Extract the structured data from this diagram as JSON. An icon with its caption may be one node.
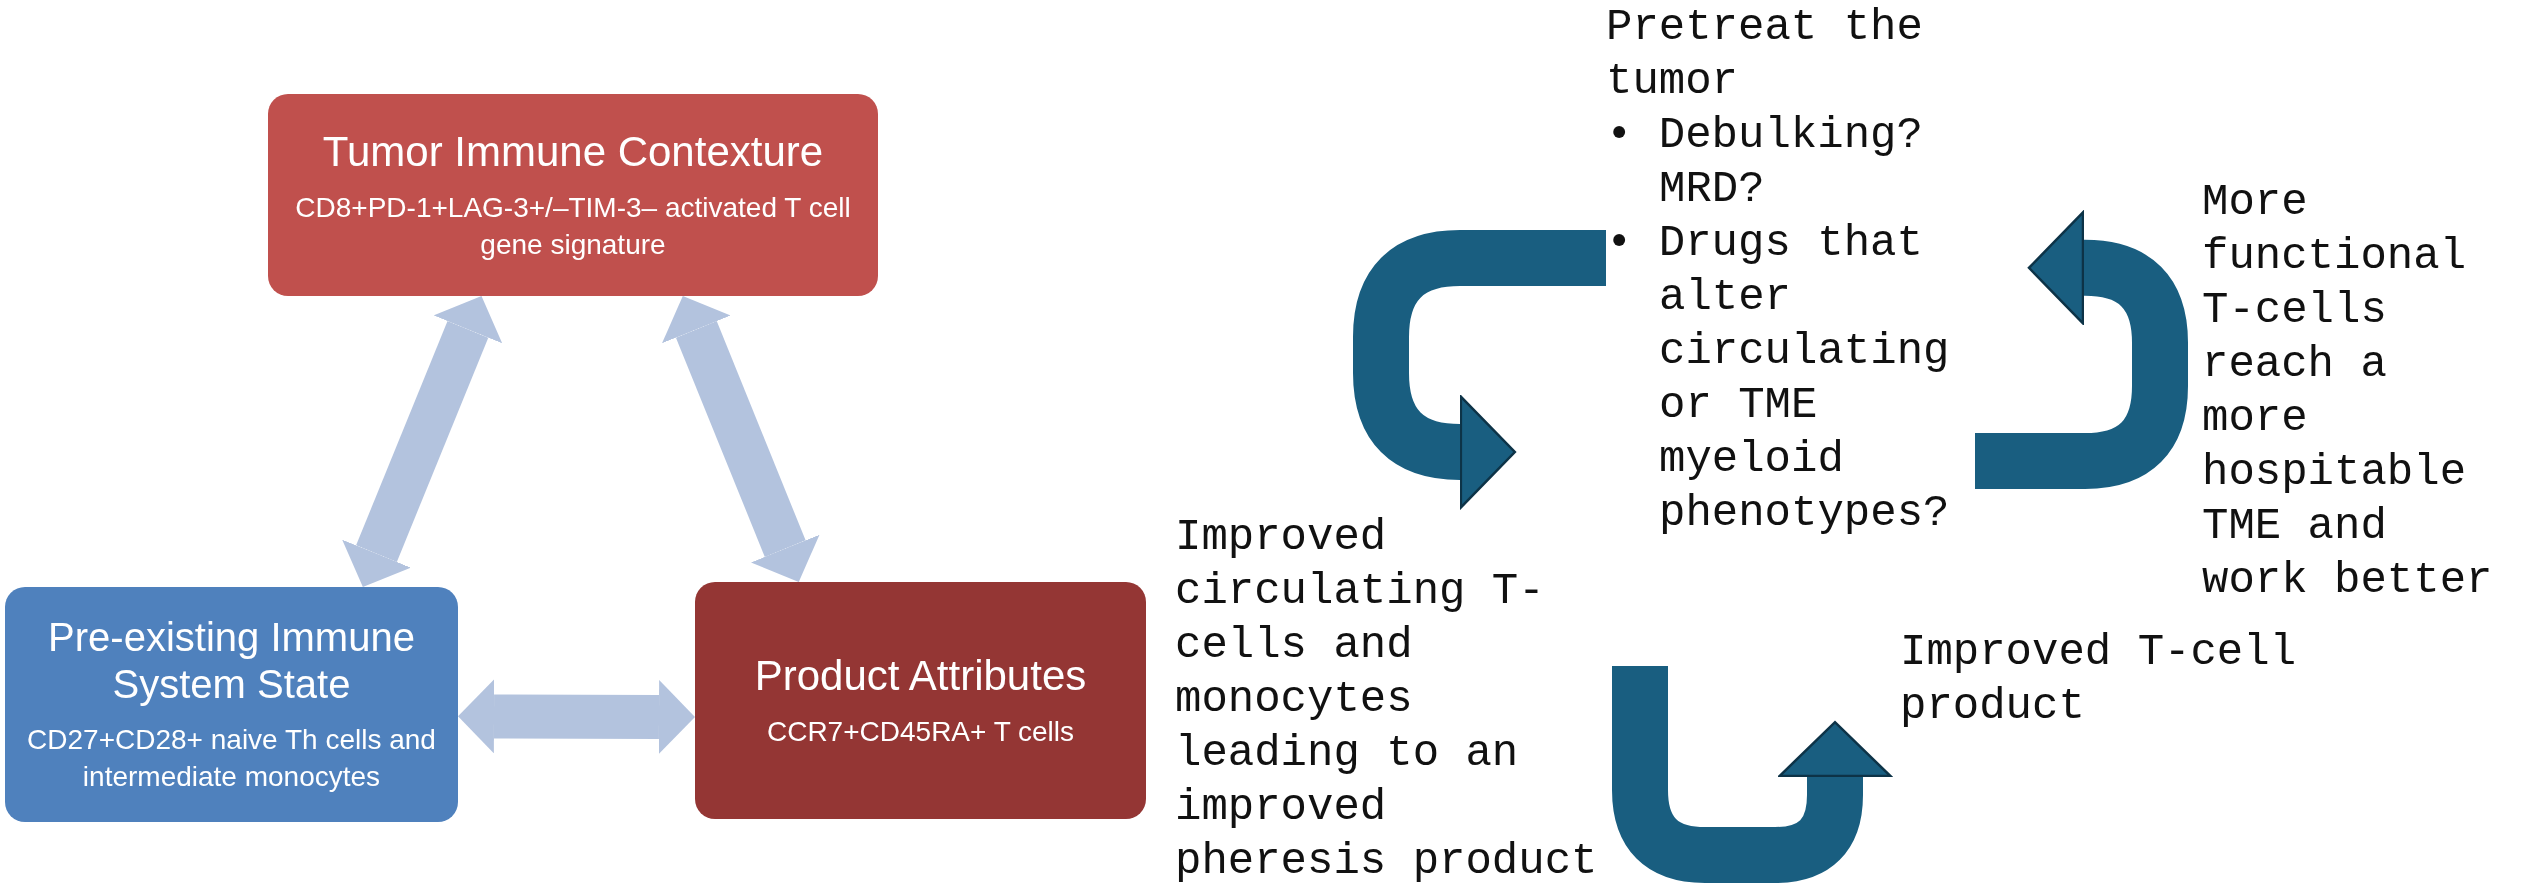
{
  "diagram": {
    "nodes": [
      {
        "text": [
          "Tumor Immune Contexture",
          "CD8+PD-1+LAG-3+/–TIM-3– activated T cell gene signature"
        ]
      },
      {
        "text": [
          "Pre-existing Immune System State",
          "CD27+CD28+ naive Th cells and intermediate monocytes"
        ]
      },
      {
        "text": [
          "Product Attributes",
          "CCR7+CD45RA+ T cells"
        ]
      },
      {
        "text": [
          "Pretreat the tumor",
          "• Debulking? MRD?",
          "• Drugs that alter circulating or TME myeloid phenotypes?"
        ]
      },
      {
        "text": [
          "Improved circulating T-cells and monocytes leading to an improved pheresis product"
        ]
      },
      {
        "text": [
          "Improved T-cell product"
        ]
      }
    ],
    "edges": [
      {
        "from": 0,
        "to": 1,
        "arrow": "both"
      },
      {
        "from": 0,
        "to": 2,
        "arrow": "both"
      },
      {
        "from": 1,
        "to": 2,
        "arrow": "both"
      },
      {
        "from": 3,
        "to": 4,
        "arrow": "to",
        "color": "#195e80"
      },
      {
        "from": 4,
        "to": 5,
        "arrow": "to",
        "color": "#195e80"
      },
      {
        "from": null,
        "to": 3,
        "arrow": "to",
        "color": "#195e80"
      }
    ],
    "labels": [
      "More functional T-cells reach a more hospitable TME and work better"
    ]
  }
}
